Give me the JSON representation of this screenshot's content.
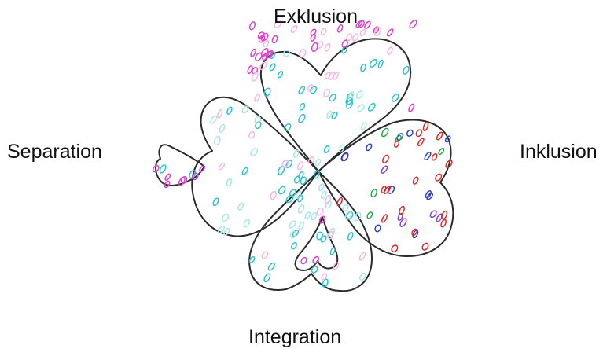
{
  "diagram": {
    "labels": {
      "top": "Exklusion",
      "left": "Separation",
      "right": "Inklusion",
      "bottom": "Integration"
    },
    "colors": {
      "outline": "#2b2b2b",
      "magenta": "#e040c8",
      "light_magenta": "#f3b8e6",
      "cyan": "#2ec4cc",
      "light_cyan": "#a9e6e8",
      "blue": "#2a3fd0",
      "red": "#e02a2a",
      "green": "#2aa84a",
      "purple": "#8a3fd8"
    }
  }
}
